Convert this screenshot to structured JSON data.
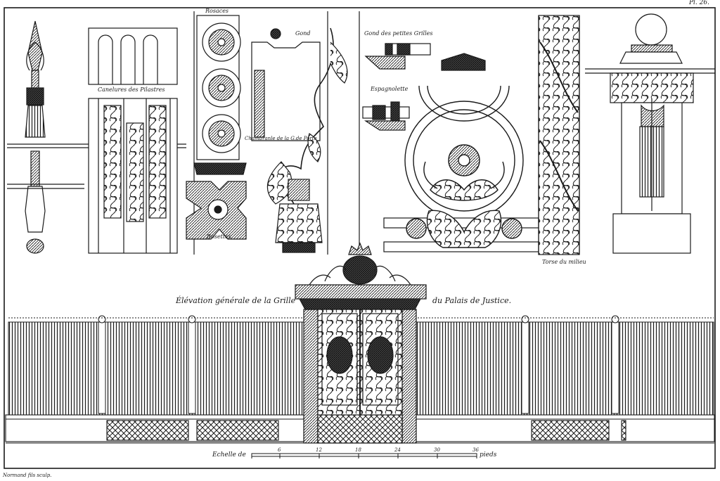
{
  "plate_number": "Pl. 26.",
  "engraver": "Normand fils sculp.",
  "labels": {
    "rosaces": "Rosaces",
    "cannelures": "Canelures des Pilastres",
    "gond": "Gond",
    "gond_petites_grilles": "Gond des petites Grilles",
    "espagnolette": "Espagnolette",
    "chambranle": "Chambranle de la G.de Porte",
    "rosettes": "Rosettes",
    "torse": "Torse du milieu",
    "elevation_left": "Élévation générale de la Grille",
    "elevation_right": "du Palais de Justice."
  },
  "scale": {
    "label": "Echelle de",
    "ticks": [
      "6",
      "12",
      "18",
      "24",
      "30",
      "36"
    ],
    "unit": "pieds"
  },
  "colors": {
    "ink": "#1a1a1a",
    "paper": "#ffffff"
  }
}
